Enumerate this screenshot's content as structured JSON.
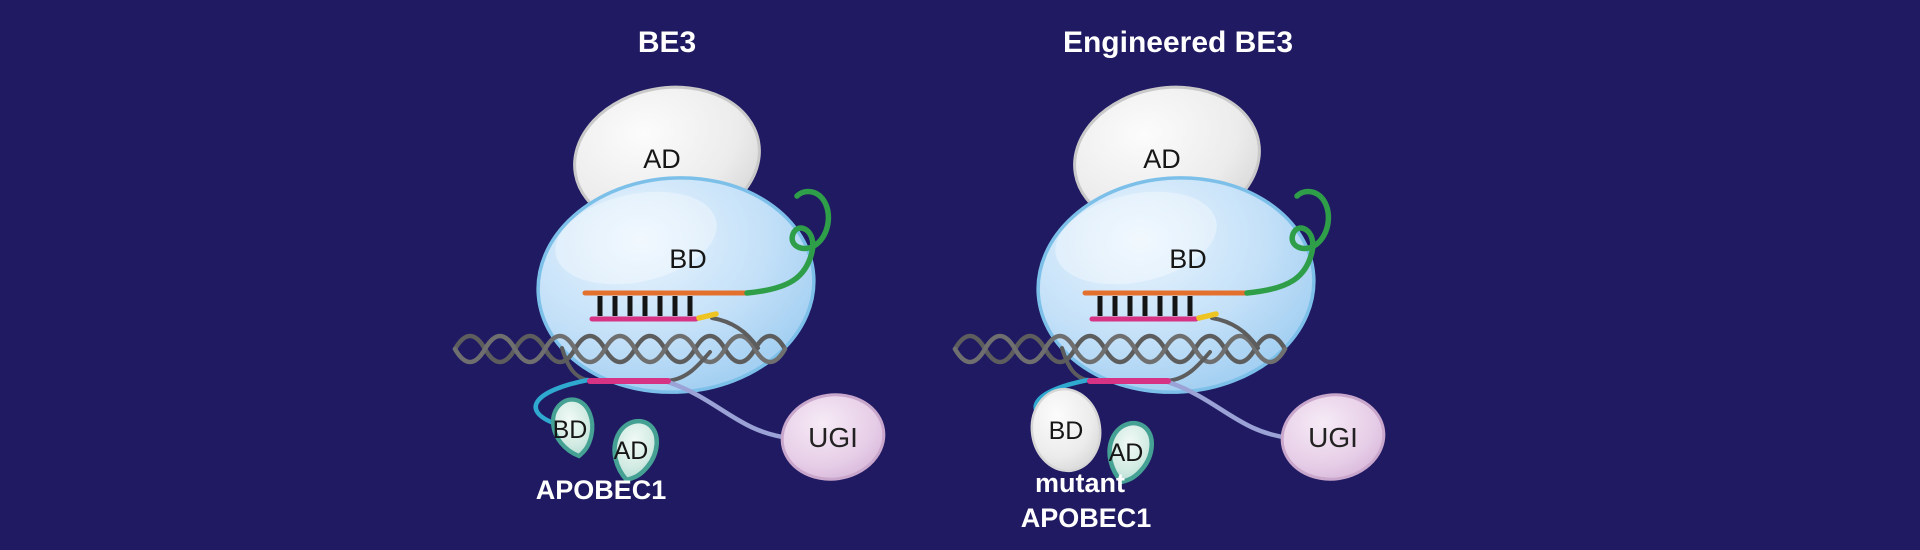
{
  "figure": {
    "background_color": "#201a62",
    "left_panel": {
      "title": "BE3",
      "deaminase_ad_label": "AD",
      "cas9_bd_label": "BD",
      "apobec_bd_label": "BD",
      "apobec_ad_label": "AD",
      "apobec_name": "APOBEC1",
      "ugi_label": "UGI"
    },
    "right_panel": {
      "title": "Engineered BE3",
      "deaminase_ad_label": "AD",
      "cas9_bd_label": "BD",
      "apobec_bd_label": "BD",
      "apobec_ad_label": "AD",
      "apobec_name_line1": "mutant",
      "apobec_name_line2": "APOBEC1",
      "ugi_label": "UGI"
    },
    "colors": {
      "background": "#201a62",
      "cas9_blob_blue": "#bcdcf7",
      "ad_domain_gray": "#ececec",
      "sgrna_green": "#2f9e49",
      "guide_orange": "#e4702d",
      "dna_magenta": "#d63384",
      "pam_yellow": "#edc421",
      "dna_gray": "#5d5d5d",
      "linker_cyan": "#2fa9cf",
      "linker_purple": "#9aa2d6",
      "apobec_teal": "#44a193",
      "ugi_pink": "#e3c9e4"
    }
  }
}
